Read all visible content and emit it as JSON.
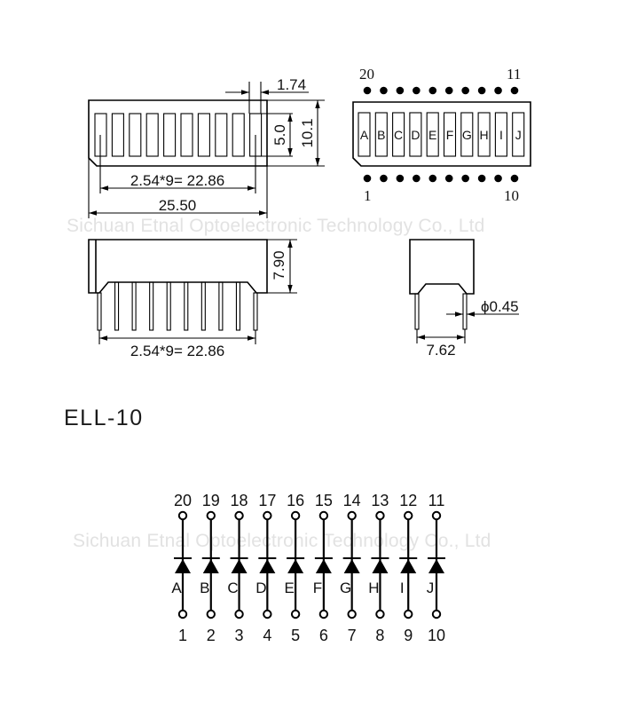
{
  "watermark": "Sichuan Etnal Optoelectronic Technology Co., Ltd",
  "model": "ELL-10",
  "top_view": {
    "pitch_label": "2.54*9= 22.86",
    "length_label": "25.50",
    "segment_width_label": "1.74",
    "segment_height_label": "5.0",
    "body_height_label": "10.1",
    "segment_count": 10
  },
  "pinout_view": {
    "top_left_pin": "20",
    "top_right_pin": "11",
    "bottom_left_pin": "1",
    "bottom_right_pin": "10",
    "segment_letters": [
      "A",
      "B",
      "C",
      "D",
      "E",
      "F",
      "G",
      "H",
      "I",
      "J"
    ]
  },
  "side_view": {
    "height_label": "7.90",
    "pitch_label": "2.54*9= 22.86",
    "pin_count": 10
  },
  "end_view": {
    "row_spacing_label": "7.62",
    "pin_diameter_label": "ϕ0.45"
  },
  "schematic": {
    "columns": [
      {
        "anode_pin": "1",
        "cathode_pin": "20",
        "segment": "A"
      },
      {
        "anode_pin": "2",
        "cathode_pin": "19",
        "segment": "B"
      },
      {
        "anode_pin": "3",
        "cathode_pin": "18",
        "segment": "C"
      },
      {
        "anode_pin": "4",
        "cathode_pin": "17",
        "segment": "D"
      },
      {
        "anode_pin": "5",
        "cathode_pin": "16",
        "segment": "E"
      },
      {
        "anode_pin": "6",
        "cathode_pin": "15",
        "segment": "F"
      },
      {
        "anode_pin": "7",
        "cathode_pin": "14",
        "segment": "G"
      },
      {
        "anode_pin": "8",
        "cathode_pin": "13",
        "segment": "H"
      },
      {
        "anode_pin": "9",
        "cathode_pin": "12",
        "segment": "I"
      },
      {
        "anode_pin": "10",
        "cathode_pin": "11",
        "segment": "J"
      }
    ]
  }
}
